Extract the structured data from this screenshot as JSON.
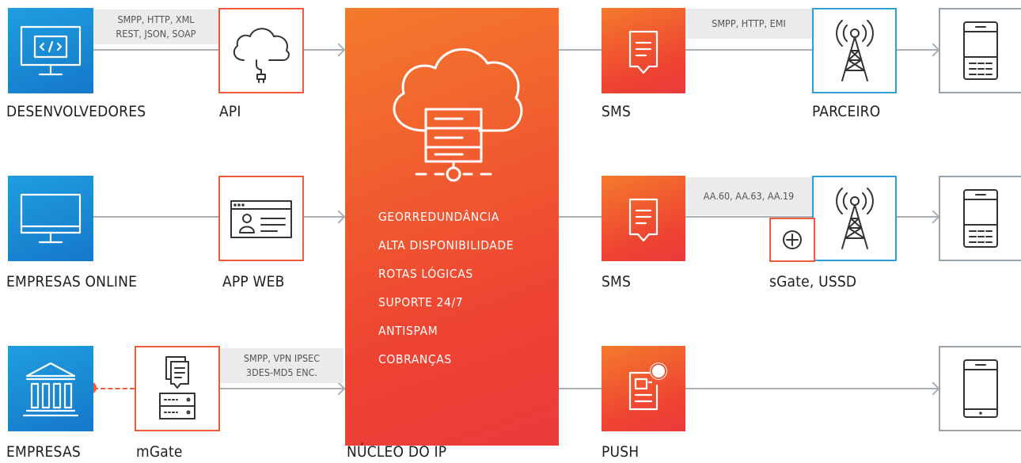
{
  "colors": {
    "blue": "#1b8fd8",
    "orange": "#f15a2e",
    "red": "#ea3b3b",
    "gray_line": "#a8b0b6",
    "proto_bg": "#ebebeb"
  },
  "row1": {
    "developers_label": "DESENVOLVEDORES",
    "protocols_line1": "SMPP, HTTP, XML",
    "protocols_line2": "REST, JSON, SOAP",
    "api_label": "API",
    "sms_label": "SMS",
    "partner_protocols": "SMPP, HTTP, EMI",
    "partner_label": "PARCEIRO"
  },
  "row2": {
    "online_label": "EMPRESAS ONLINE",
    "webapp_label": "APP WEB",
    "sms_label": "SMS",
    "gateway_protocols": "AA.60, AA.63, AA.19",
    "gateway_label": "sGate, USSD"
  },
  "row3": {
    "enterprise_label": "EMPRESAS",
    "mgate_label": "mGate",
    "protocols_line1": "SMPP, VPN IPSEC",
    "protocols_line2": "3DES-MD5 ENC.",
    "push_label": "PUSH"
  },
  "core": {
    "label": "NÚCLEO DO IP",
    "features": [
      "GEORREDUNDÂNCIA",
      "ALTA DISPONIBILIDADE",
      "ROTAS LÓGICAS",
      "SUPORTE 24/7",
      "ANTISPAM",
      "COBRANÇAS"
    ]
  },
  "icons": [
    "code-monitor-icon",
    "cloud-plug-icon",
    "cloud-server-icon",
    "message-icon",
    "antenna-tower-icon",
    "smartphone-icon",
    "monitor-icon",
    "web-profile-icon",
    "plus-circle-icon",
    "bank-icon",
    "documents-server-icon",
    "push-notification-icon",
    "tablet-icon"
  ]
}
